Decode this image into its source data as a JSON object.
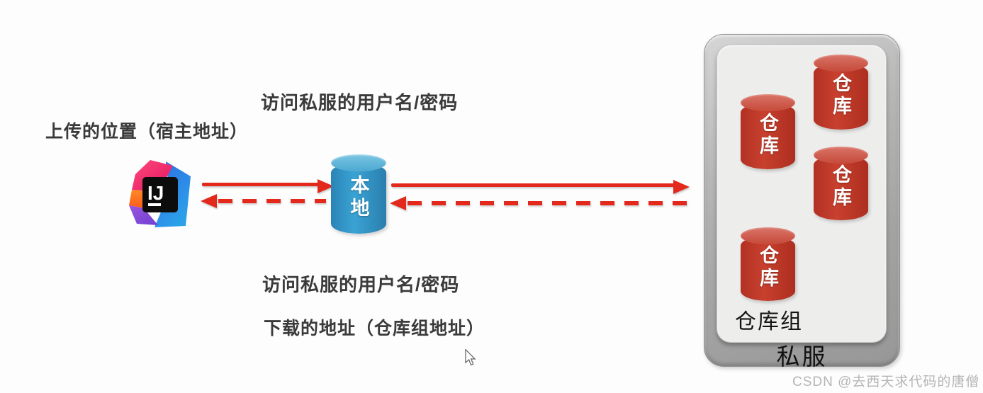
{
  "diagram": {
    "captions": {
      "upload_location": "上传的位置（宿主地址）",
      "auth_top": "访问私服的用户名/密码",
      "auth_bottom": "访问私服的用户名/密码",
      "download_address": "下载的地址（仓库组地址）"
    },
    "ide": {
      "logo_text": "IJ"
    },
    "local_repo": {
      "label": "本地"
    },
    "private_server": {
      "label": "私服",
      "group_label": "仓库组",
      "repos": [
        {
          "label": "仓库"
        },
        {
          "label": "仓库"
        },
        {
          "label": "仓库"
        },
        {
          "label": "仓库"
        }
      ]
    },
    "colors": {
      "arrow_red": "#e2291b",
      "local_cylinder_blue": "#3aa3d4",
      "repo_cylinder_red": "#c8402e",
      "server_box_gray": "#a8a8a8",
      "server_inner_gray": "#ededec"
    }
  },
  "watermark": "CSDN @去西天求代码的唐僧"
}
